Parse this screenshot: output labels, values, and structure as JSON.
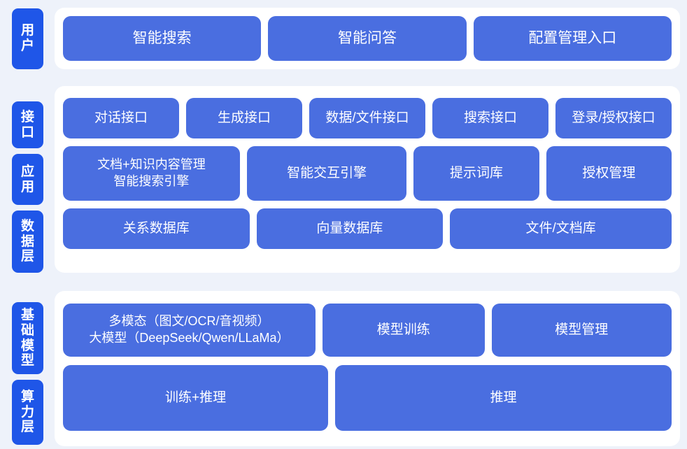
{
  "theme": {
    "background": "#eef2fa",
    "panel": "#ffffff",
    "label_blue": "#1f56e8",
    "node_blue": "#4a6ee0",
    "text_on_blue": "#ffffff"
  },
  "sections": [
    {
      "id": "user",
      "labels": [
        "用户"
      ],
      "rows": [
        {
          "id": "user-row",
          "nodes": [
            {
              "label": "智能搜索",
              "grow": 1
            },
            {
              "label": "智能问答",
              "grow": 1
            },
            {
              "label": "配置管理入口",
              "grow": 1
            }
          ]
        }
      ]
    },
    {
      "id": "core",
      "labels": [
        "接口",
        "应用",
        "数据层"
      ],
      "rows": [
        {
          "id": "api-row",
          "nodes": [
            {
              "label": "对话接口",
              "grow": 1
            },
            {
              "label": "生成接口",
              "grow": 1
            },
            {
              "label": "数据/文件接口",
              "grow": 1
            },
            {
              "label": "搜索接口",
              "grow": 1
            },
            {
              "label": "登录/授权接口",
              "grow": 1
            }
          ]
        },
        {
          "id": "app-row",
          "nodes": [
            {
              "label": "文档+知识内容管理\n智能搜索引擎",
              "grow": 1.45
            },
            {
              "label": "智能交互引擎",
              "grow": 1.3
            },
            {
              "label": "提示词库",
              "grow": 1
            },
            {
              "label": "授权管理",
              "grow": 1
            }
          ]
        },
        {
          "id": "data-row",
          "nodes": [
            {
              "label": "关系数据库",
              "grow": 1
            },
            {
              "label": "向量数据库",
              "grow": 1
            },
            {
              "label": "文件/文档库",
              "grow": 1.2
            }
          ]
        }
      ]
    },
    {
      "id": "infra",
      "labels": [
        "基础模型",
        "算力层"
      ],
      "rows": [
        {
          "id": "model-row",
          "nodes": [
            {
              "label": "多模态（图文/OCR/音视频）\n大模型（DeepSeek/Qwen/LLaMa）",
              "grow": 1.6
            },
            {
              "label": "模型训练",
              "grow": 1
            },
            {
              "label": "模型管理",
              "grow": 1.12
            }
          ]
        },
        {
          "id": "compute-row",
          "nodes": [
            {
              "label": "训练+推理",
              "grow": 1
            },
            {
              "label": "推理",
              "grow": 1.28
            }
          ]
        }
      ]
    }
  ]
}
